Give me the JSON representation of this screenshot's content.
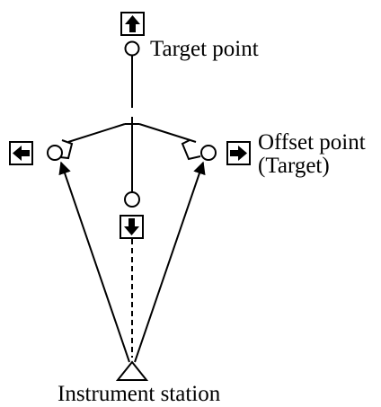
{
  "labels": {
    "target_point": "Target point",
    "offset_point_line1": "Offset point",
    "offset_point_line2": "(Target)",
    "instrument_station": "Instrument station"
  },
  "arrow_boxes": [
    {
      "name": "up-arrow-box",
      "icon": "arrow-up-icon"
    },
    {
      "name": "left-arrow-box",
      "icon": "arrow-left-icon"
    },
    {
      "name": "right-arrow-box",
      "icon": "arrow-right-icon"
    },
    {
      "name": "down-arrow-box",
      "icon": "arrow-down-icon"
    }
  ],
  "colors": {
    "ink": "#000000",
    "background": "#ffffff"
  }
}
